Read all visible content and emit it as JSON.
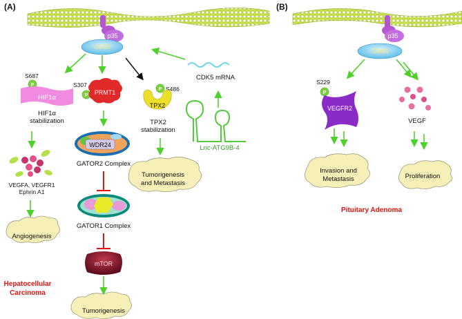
{
  "panel_a": {
    "label": "(A)",
    "p35": "p35",
    "cdk5": "CDK5",
    "cdk5_mrna": "CDK5 mRNA",
    "lnc": "Lnc-ATG9B-4",
    "hif1a_site": "S687",
    "hif1a": "HIF1α",
    "hif1a_stab_1": "HIF1α",
    "hif1a_stab_2": "stabilization",
    "p_mark": "P",
    "prmt1_site": "S307",
    "prmt1": "PRMT1",
    "tpx2_site": "S486",
    "tpx2": "TPX2",
    "tpx2_stab_1": "TPX2",
    "tpx2_stab_2": "stabilization",
    "wdr24": "WDR24",
    "gator2": "GATOR2 Complex",
    "gator1": "GATOR1 Complex",
    "mtor": "mTOR",
    "vegfa_1": "VEGFA, VEGFR1",
    "vegfa_2": "Ephrin A1",
    "angiogenesis": "Angiogenesis",
    "tumor_meta_1": "Tumorigenesis",
    "tumor_meta_2": "and Metastasis",
    "tumorigenesis": "Tumorigenesis",
    "hcc_1": "Hepatocellular",
    "hcc_2": "Carcinoma"
  },
  "panel_b": {
    "label": "(B)",
    "p35": "p35",
    "cdk5": "CDK5",
    "vegfr2_site": "S229",
    "p_mark": "P",
    "vegfr2": "VEGFR2",
    "vegf": "VEGF",
    "invasion_1": "Invasion and",
    "invasion_2": "Metastasis",
    "proliferation": "Proliferation",
    "pituitary": "Pituitary Adenoma"
  },
  "colors": {
    "membrane": "#b7dc3a",
    "cdk5": "#8fd3f0",
    "p35": "#b455d1",
    "arrow_green": "#4fd02a",
    "inhibit_red": "#e0150f",
    "cloud": "#f6efb8"
  }
}
